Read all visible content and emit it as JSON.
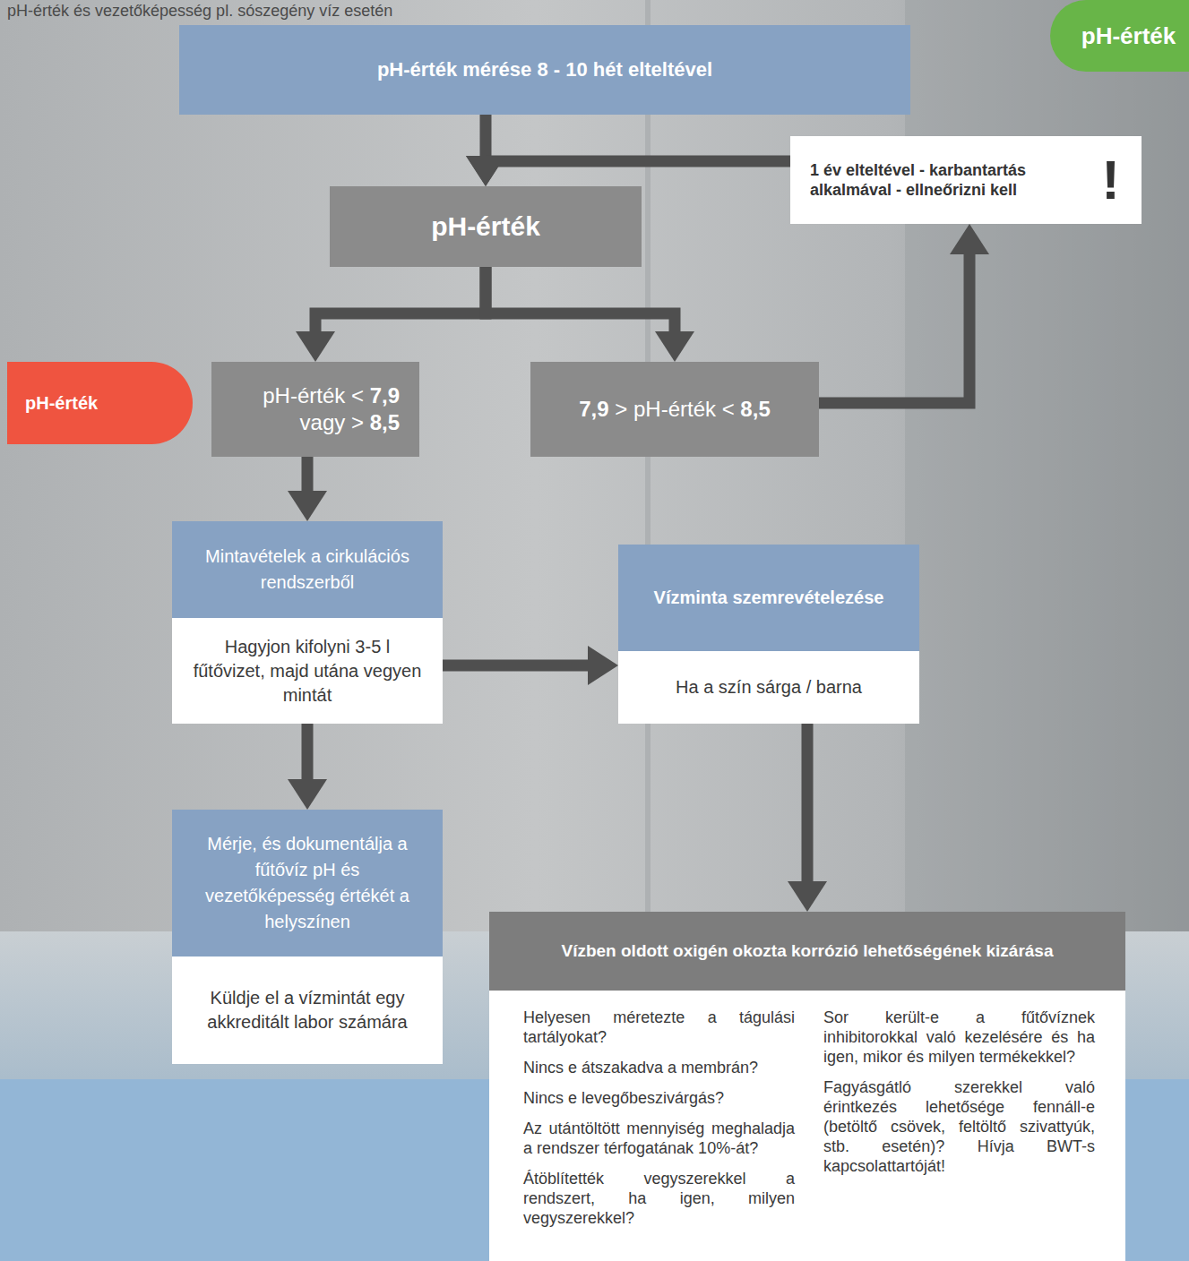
{
  "diagram": {
    "title": "pH-érték és vezetőképesség pl. sószegény víz esetén",
    "nodes": [
      {
        "text": [
          "pH-érték mérése 8 - 10 hét elteltével"
        ]
      },
      {
        "text": [
          "pH-érték"
        ]
      },
      {
        "text": [
          "1 év elteltével - karbantartás alkalmával - ellneőrizni kell",
          "!"
        ]
      },
      {
        "text": [
          "pH-érték"
        ]
      },
      {
        "text": [
          "pH-érték"
        ]
      },
      {
        "text": [
          "pH-érték < 7,9 vagy > 8,5"
        ]
      },
      {
        "text": [
          "7,9 > pH-érték < 8,5"
        ]
      },
      {
        "text": [
          "Mintavételek a cirkulációs rendszerből",
          "Hagyjon kifolyni 3-5 l fűtővizet, majd utána vegyen mintát"
        ]
      },
      {
        "text": [
          "Vízminta szemrevételezése",
          "Ha a szín sárga / barna"
        ]
      },
      {
        "text": [
          "Mérje, és dokumentálja a fűtővíz pH és vezetőképesség értékét a helyszínen",
          "Küldje el a vízmintát egy akkreditált labor számára"
        ]
      },
      {
        "text": [
          "Vízben oldott oxigén okozta korrózió lehetőségének kizárása",
          "Helyesen méretezte a tágulási tartályokat?",
          "Nincs e átszakadva a membrán?",
          "Nincs e levegőbeszivárgás?",
          "Az utántöltött mennyiség meghaladja a rendszer térfogatának 10%-át?",
          "Átöblítették vegyszerekkel a rendszert, ha igen, milyen vegyszerekkel?",
          "Sor került-e a fűtővíznek inhibitorokkal való kezelésére és ha igen, mikor és milyen termékekkel?",
          "Fagyásgátló szerekkel való érintkezés lehetősége fennáll-e (betöltő csövek, feltöltő szivattyúk, stb. esetén)? Hívja BWT-s kapcsolattartóját!"
        ]
      }
    ],
    "edges": [
      {
        "from": 0,
        "to": 3,
        "arrow": "to"
      },
      {
        "from": 2,
        "to": 3,
        "arrow": "to"
      },
      {
        "from": 6,
        "to": 2,
        "arrow": "to"
      },
      {
        "from": 3,
        "to": 5,
        "arrow": "to"
      },
      {
        "from": 3,
        "to": 6,
        "arrow": "to"
      },
      {
        "from": 5,
        "to": 7,
        "arrow": "to"
      },
      {
        "from": 7,
        "to": 8,
        "arrow": "to"
      },
      {
        "from": 7,
        "to": 9,
        "arrow": "to"
      },
      {
        "from": 8,
        "to": 10,
        "arrow": "to"
      }
    ]
  }
}
